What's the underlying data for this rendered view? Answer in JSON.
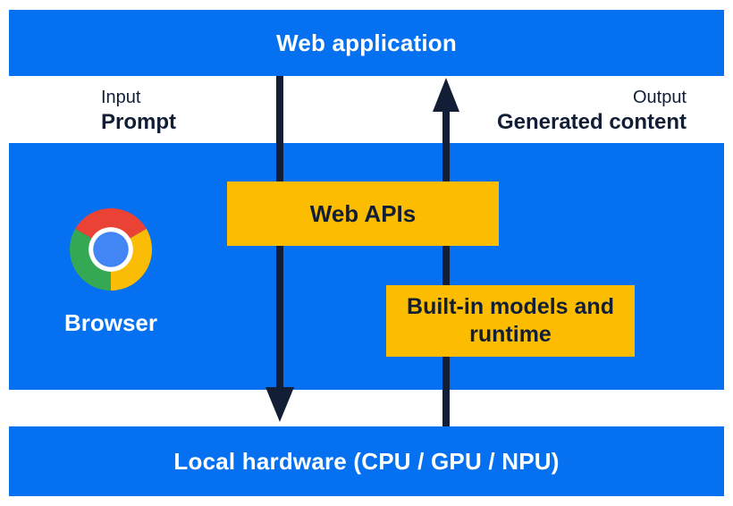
{
  "colors": {
    "panel-blue": "#0571F0",
    "box-yellow": "#FCBD00",
    "ink-navy": "#111E36",
    "text-white": "#FFFFFF",
    "chrome-red": "#EA4335",
    "chrome-yellow": "#FBBC05",
    "chrome-green": "#34A853",
    "chrome-blue": "#4285F4"
  },
  "top_bar": {
    "label": "Web application"
  },
  "flow_labels": {
    "input": {
      "caption": "Input",
      "value": "Prompt"
    },
    "output": {
      "caption": "Output",
      "value": "Generated content"
    }
  },
  "browser_panel": {
    "browser_label": "Browser",
    "icons": {
      "browser": "chrome-logo-icon"
    },
    "web_apis_box": {
      "label": "Web APIs"
    },
    "builtin_box": {
      "label": "Built-in models and runtime"
    }
  },
  "bottom_bar": {
    "label": "Local hardware (CPU / GPU / NPU)"
  },
  "arrows": {
    "down": {
      "direction": "down"
    },
    "up": {
      "direction": "up"
    }
  }
}
